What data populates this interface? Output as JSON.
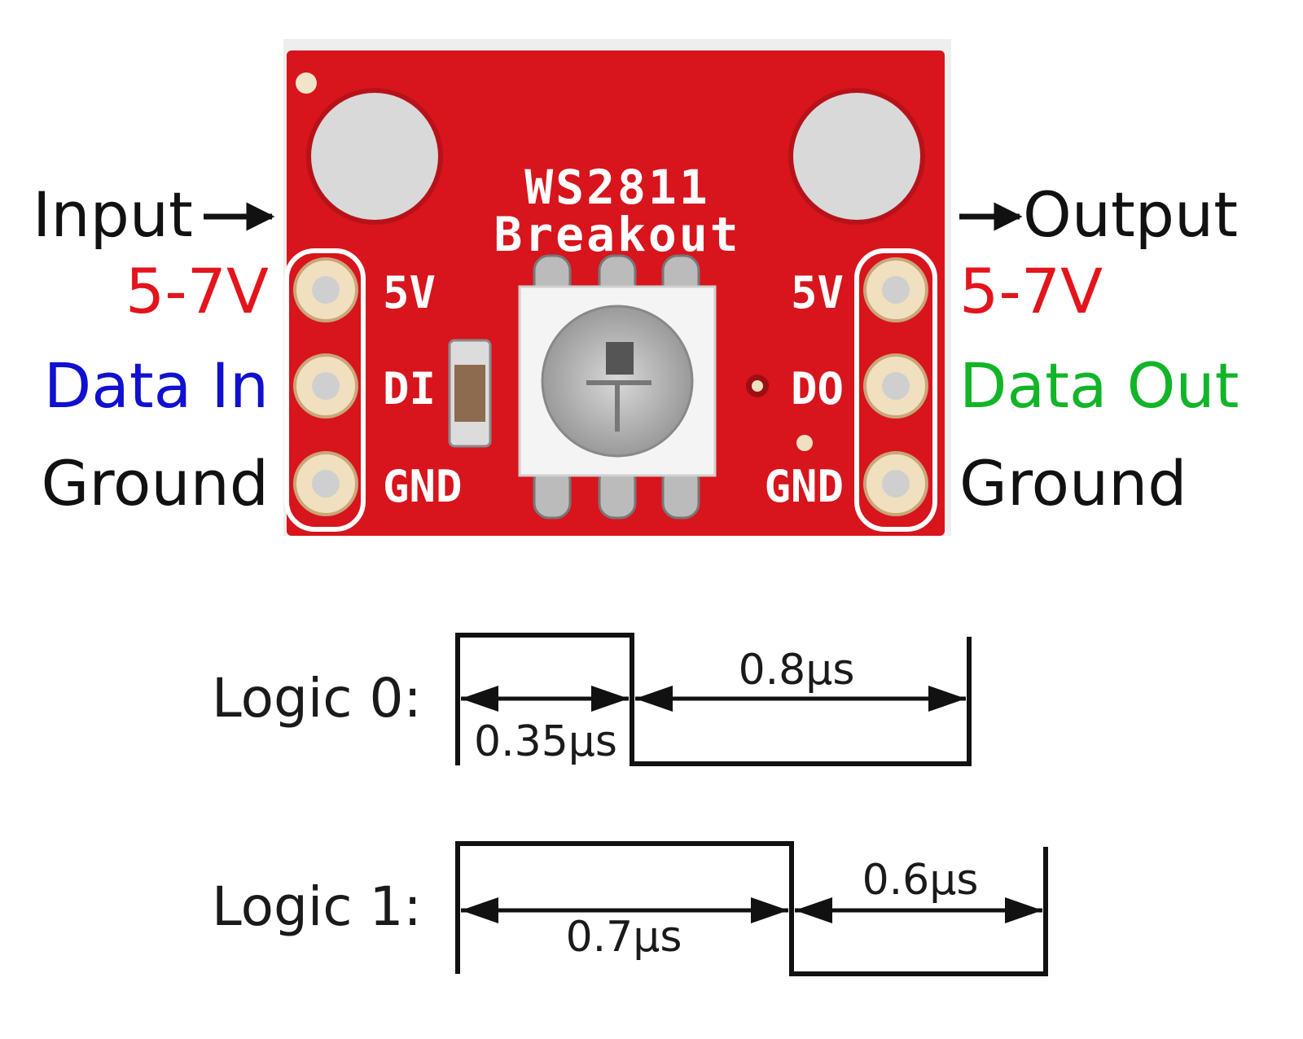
{
  "board": {
    "title_line1": "WS2811",
    "title_line2": "Breakout",
    "left_pins": [
      "5V",
      "DI",
      "GND"
    ],
    "right_pins": [
      "5V",
      "DO",
      "GND"
    ],
    "pcb_color": "#d8141c"
  },
  "labels": {
    "input": "Input",
    "output": "Output",
    "left": [
      {
        "text": "5-7V",
        "color": "#e3141b"
      },
      {
        "text": "Data In",
        "color": "#1010d0"
      },
      {
        "text": "Ground",
        "color": "#111111"
      }
    ],
    "right": [
      {
        "text": "5-7V",
        "color": "#e3141b"
      },
      {
        "text": "Data Out",
        "color": "#12b428"
      },
      {
        "text": "Ground",
        "color": "#111111"
      }
    ]
  },
  "timing": {
    "logic0": {
      "label": "Logic 0:",
      "high_time": "0.35µs",
      "low_time": "0.8µs"
    },
    "logic1": {
      "label": "Logic 1:",
      "high_time": "0.7µs",
      "low_time": "0.6µs"
    }
  }
}
